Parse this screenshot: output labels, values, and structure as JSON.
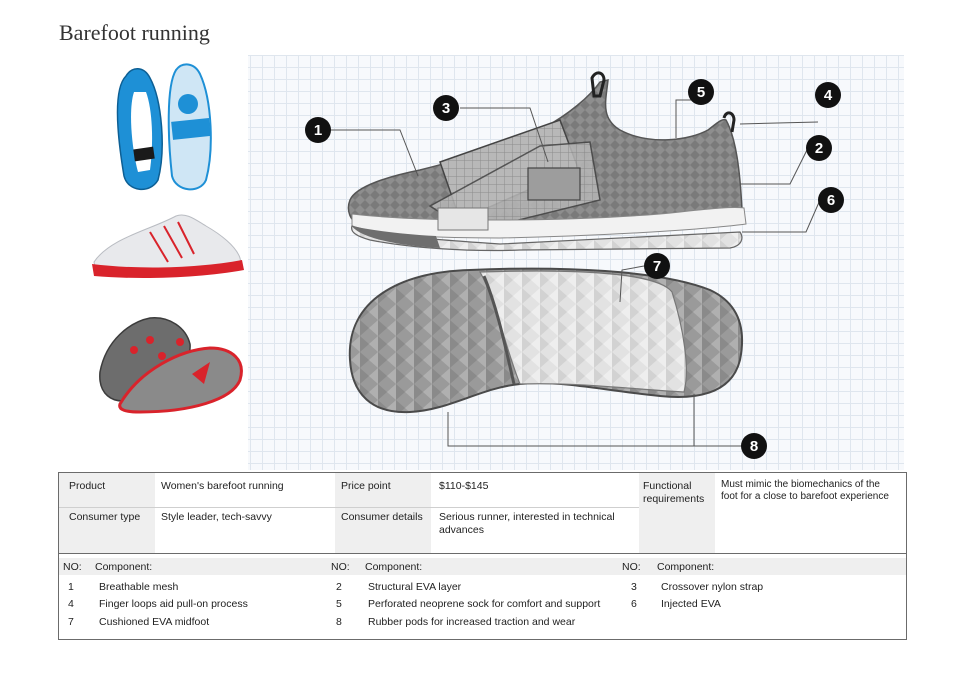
{
  "title": "Barefoot running",
  "callouts": [
    "1",
    "2",
    "3",
    "4",
    "5",
    "6",
    "7",
    "8"
  ],
  "spec": {
    "product_label": "Product",
    "product_value": "Women's barefoot running",
    "price_label": "Price point",
    "price_value": "$110-$145",
    "functional_label_1": "Functional",
    "functional_label_2": "requirements",
    "functional_value_1": "Must mimic the biomechanics of the",
    "functional_value_2": "foot for a close to barefoot experience",
    "consumer_type_label": "Consumer type",
    "consumer_type_value": "Style leader, tech-savvy",
    "consumer_details_label": "Consumer details",
    "consumer_details_value_1": "Serious runner, interested in technical",
    "consumer_details_value_2": "advances"
  },
  "components": {
    "no_header": "NO:",
    "component_header": "Component:",
    "columns": [
      [
        {
          "no": "1",
          "text": "Breathable mesh"
        },
        {
          "no": "4",
          "text": "Finger loops aid pull-on process"
        },
        {
          "no": "7",
          "text": "Cushioned EVA midfoot"
        }
      ],
      [
        {
          "no": "2",
          "text": "Structural EVA layer"
        },
        {
          "no": "5",
          "text": "Perforated neoprene sock for comfort and support"
        },
        {
          "no": "8",
          "text": "Rubber pods for increased traction and wear"
        }
      ],
      [
        {
          "no": "3",
          "text": "Crossover nylon strap"
        },
        {
          "no": "6",
          "text": "Injected EVA"
        }
      ]
    ]
  },
  "colors": {
    "accent_blue": "#1e90d6",
    "sole_red": "#d9232b",
    "mesh_gray": "#8a8a8a",
    "callout_black": "#111111"
  }
}
